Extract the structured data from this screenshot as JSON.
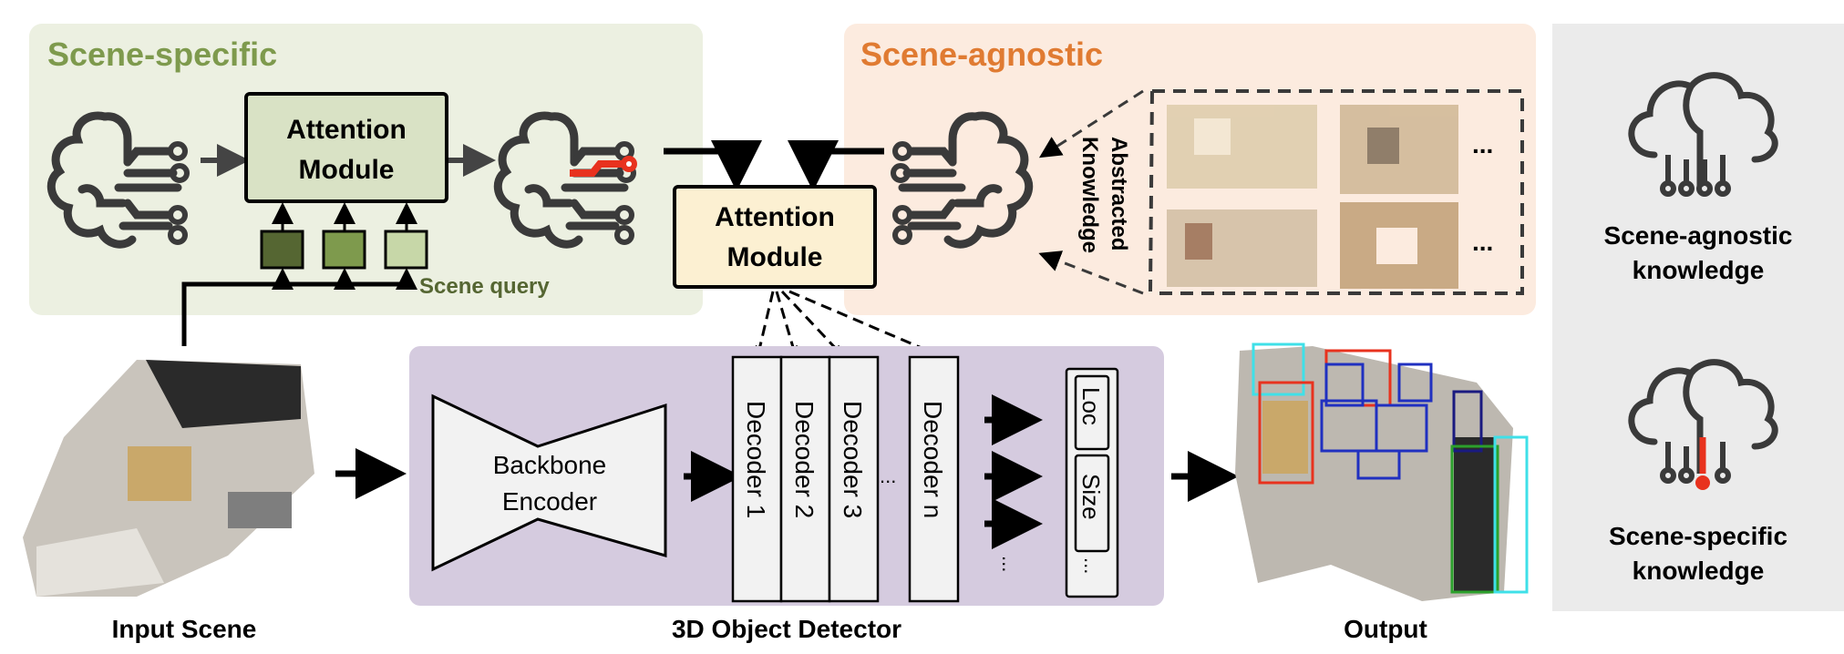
{
  "scene_specific": {
    "title": "Scene-specific",
    "attention_line1": "Attention",
    "attention_line2": "Module",
    "scene_query": "Scene query"
  },
  "central_attention": {
    "line1": "Attention",
    "line2": "Module"
  },
  "scene_agnostic": {
    "title": "Scene-agnostic",
    "abstracted_line1": "Abstracted",
    "abstracted_line2": "Knowledge",
    "ellipsis": "..."
  },
  "detector": {
    "backbone_line1": "Backbone",
    "backbone_line2": "Encoder",
    "decoders": [
      "Decoder 1",
      "Decoder 2",
      "Decoder 3",
      "Decoder n"
    ],
    "ellipsis": "...",
    "outputs": [
      "Loc",
      "Size",
      "..."
    ],
    "label": "3D Object Detector"
  },
  "labels": {
    "input": "Input Scene",
    "output": "Output"
  },
  "legend": {
    "agnostic_line1": "Scene-agnostic",
    "agnostic_line2": "knowledge",
    "specific_line1": "Scene-specific",
    "specific_line2": "knowledge"
  },
  "colors": {
    "scene_specific_bg": "#ecf0e1",
    "scene_specific_title": "#7e9a4d",
    "scene_agnostic_bg": "#fcebdf",
    "scene_agnostic_title": "#e07b32",
    "detector_bg": "#d5cbdf",
    "legend_bg": "#ebebeb",
    "highlight_red": "#e8321e"
  }
}
